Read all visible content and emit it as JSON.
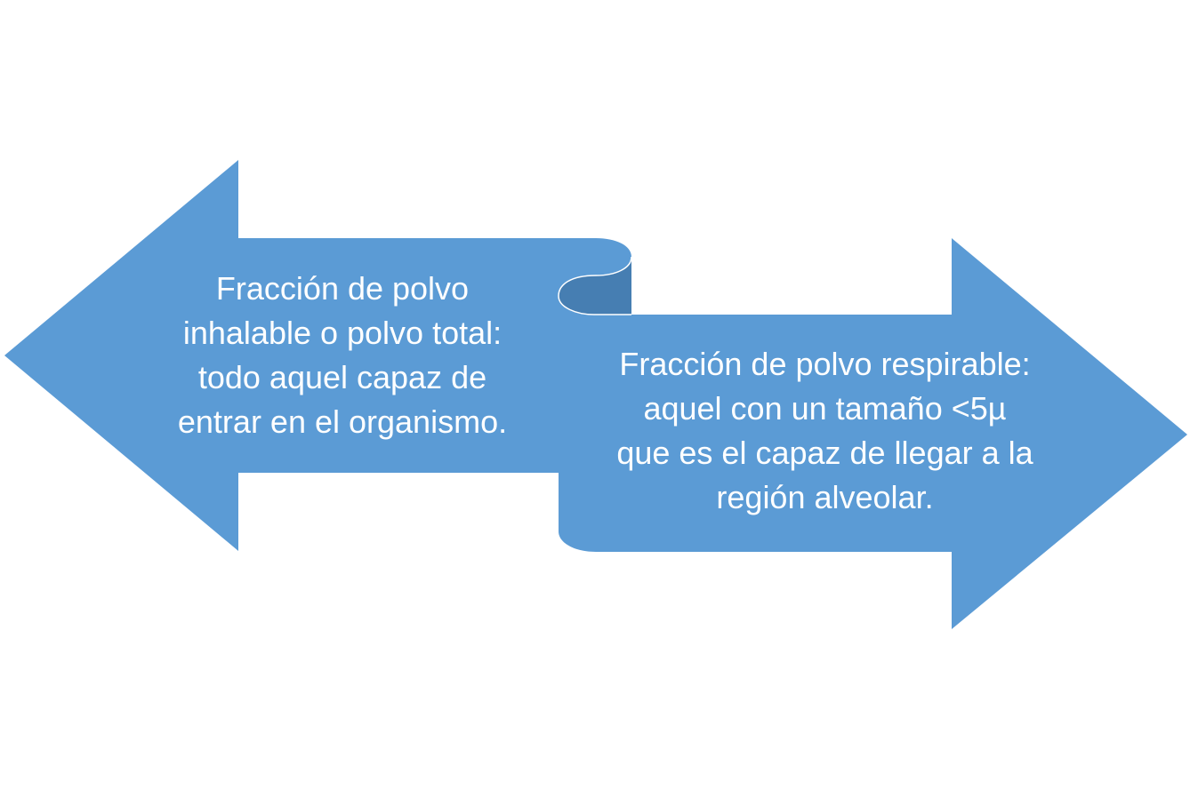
{
  "colors": {
    "arrow_fill": "#5b9bd5",
    "scroll_shadow": "#467eb2",
    "text": "#ffffff",
    "background": "#ffffff"
  },
  "left_arrow": {
    "direction": "left",
    "lines": [
      "Fracción de polvo",
      "inhalable o polvo total:",
      "todo aquel capaz de",
      "entrar en el organismo."
    ]
  },
  "right_arrow": {
    "direction": "right",
    "lines": [
      "Fracción de polvo respirable:",
      "aquel con un tamaño <5µ",
      "que es el capaz de llegar a la",
      "región alveolar."
    ]
  }
}
